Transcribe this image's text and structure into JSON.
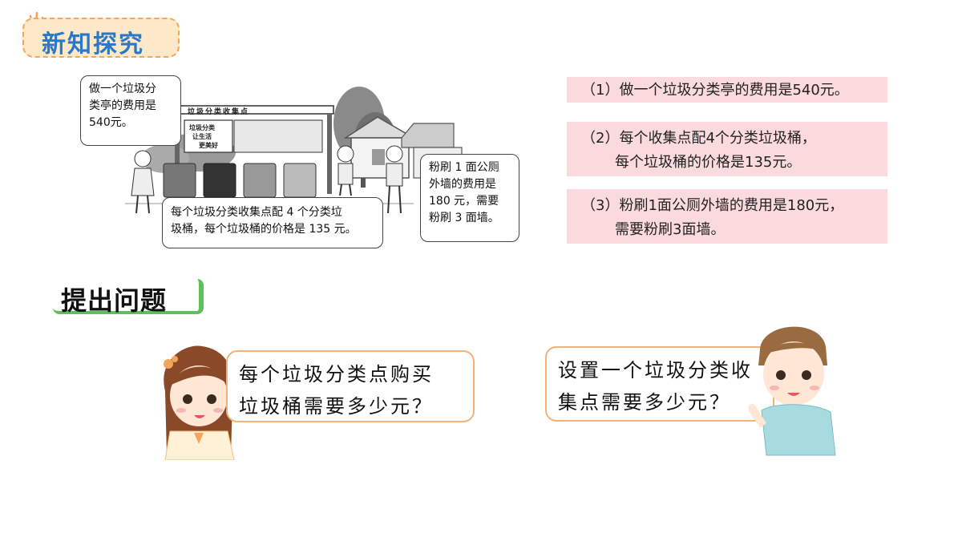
{
  "section_tags": {
    "explore": "新知探究",
    "ask": "提出问题"
  },
  "illustration": {
    "board_title": "垃圾分类收集点",
    "board_slogan": [
      "垃圾分类",
      "让生活",
      "更美好"
    ],
    "bubble_top_left": [
      "做一个垃圾分",
      "类亭的费用是",
      "540元。"
    ],
    "bubble_bottom": [
      "每个垃圾分类收集点配 4 个分类垃",
      "圾桶，每个垃圾桶的价格是 135 元。"
    ],
    "bubble_right": [
      "粉刷 1 面公厕",
      "外墙的费用是",
      "180 元，需要",
      "粉刷 3 面墙。"
    ]
  },
  "info_items": [
    {
      "lines": [
        "（1）做一个垃圾分类亭的费用是540元。"
      ]
    },
    {
      "lines": [
        "（2）每个收集点配4个分类垃圾桶，",
        "每个垃圾桶的价格是135元。"
      ]
    },
    {
      "lines": [
        "（3）粉刷1面公厕外墙的费用是180元，",
        "需要粉刷3面墙。"
      ]
    }
  ],
  "questions": {
    "girl": [
      "每个垃圾分类点购买",
      "垃圾桶需要多少元？"
    ],
    "boy": [
      "设置一个垃圾分类收",
      "集点需要多少元？"
    ]
  },
  "colors": {
    "tag_text": "#2a78c8",
    "tag_bg": "#fde8c8",
    "info_bg": "#fadadd",
    "bubble_border": "#f0b27a",
    "accent_green": "#5fbf5a"
  }
}
